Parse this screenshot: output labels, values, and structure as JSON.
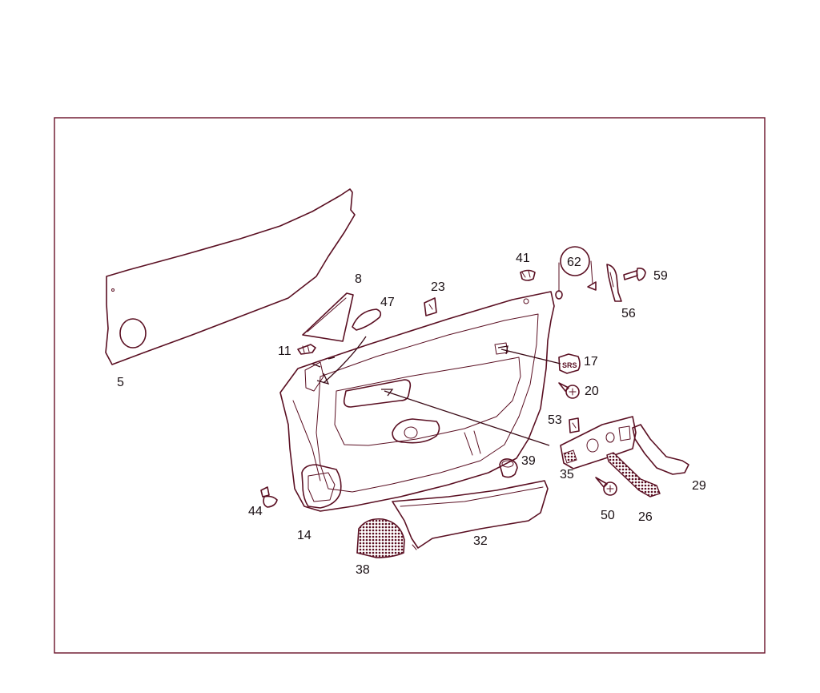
{
  "colors": {
    "line": "#5a0f22",
    "frame": "#6a1028",
    "text": "#1a1014",
    "background": "#ffffff"
  },
  "badges": {
    "srs": "SRS"
  },
  "labels": {
    "p5": "5",
    "p8": "8",
    "p11": "11",
    "p14": "14",
    "p17": "17",
    "p20": "20",
    "p23": "23",
    "p26": "26",
    "p29": "29",
    "p32": "32",
    "p35": "35",
    "p38": "38",
    "p39": "39",
    "p41": "41",
    "p44": "44",
    "p47": "47",
    "p50": "50",
    "p53": "53",
    "p56": "56",
    "p59": "59",
    "p62": "62"
  }
}
